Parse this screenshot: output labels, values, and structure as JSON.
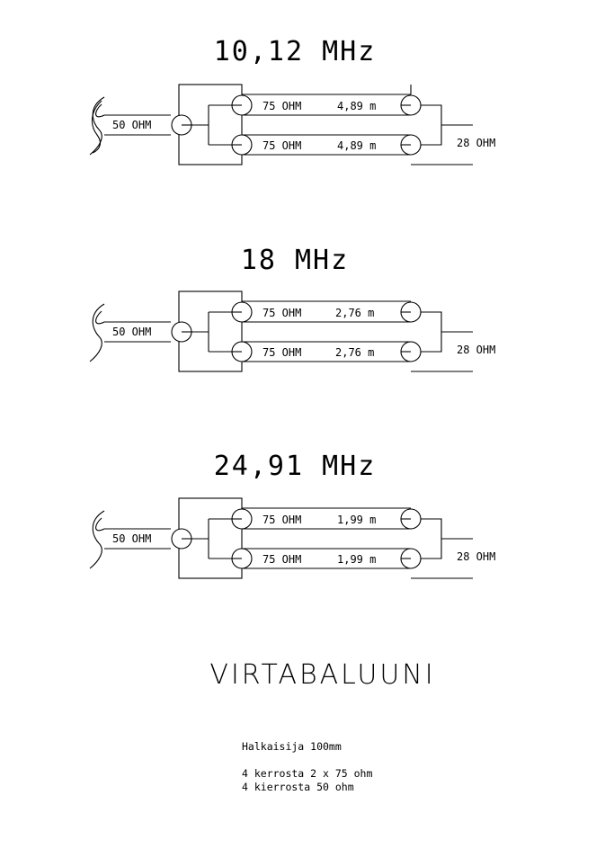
{
  "diagrams": [
    {
      "frequency": "10,12 MHz",
      "input_impedance": "50 OHM",
      "output_impedance": "28 OHM",
      "lines": [
        {
          "impedance": "75 OHM",
          "length": "4,89 m"
        },
        {
          "impedance": "75 OHM",
          "length": "4,89 m"
        }
      ]
    },
    {
      "frequency": "18 MHz",
      "input_impedance": "50 OHM",
      "output_impedance": "28 OHM",
      "lines": [
        {
          "impedance": "75 OHM",
          "length": "2,76 m"
        },
        {
          "impedance": "75 OHM",
          "length": "2,76 m"
        }
      ]
    },
    {
      "frequency": "24,91 MHz",
      "input_impedance": "50 OHM",
      "output_impedance": "28 OHM",
      "lines": [
        {
          "impedance": "75 OHM",
          "length": "1,99 m"
        },
        {
          "impedance": "75 OHM",
          "length": "1,99 m"
        }
      ]
    }
  ],
  "title": "VIRTABALUUNI",
  "notes": {
    "diameter": "Halkaisija 100mm",
    "layers_coax_75": "4 kerrosta 2 x 75 ohm",
    "layers_coax_50": "4 kierrosta 50 ohm"
  }
}
